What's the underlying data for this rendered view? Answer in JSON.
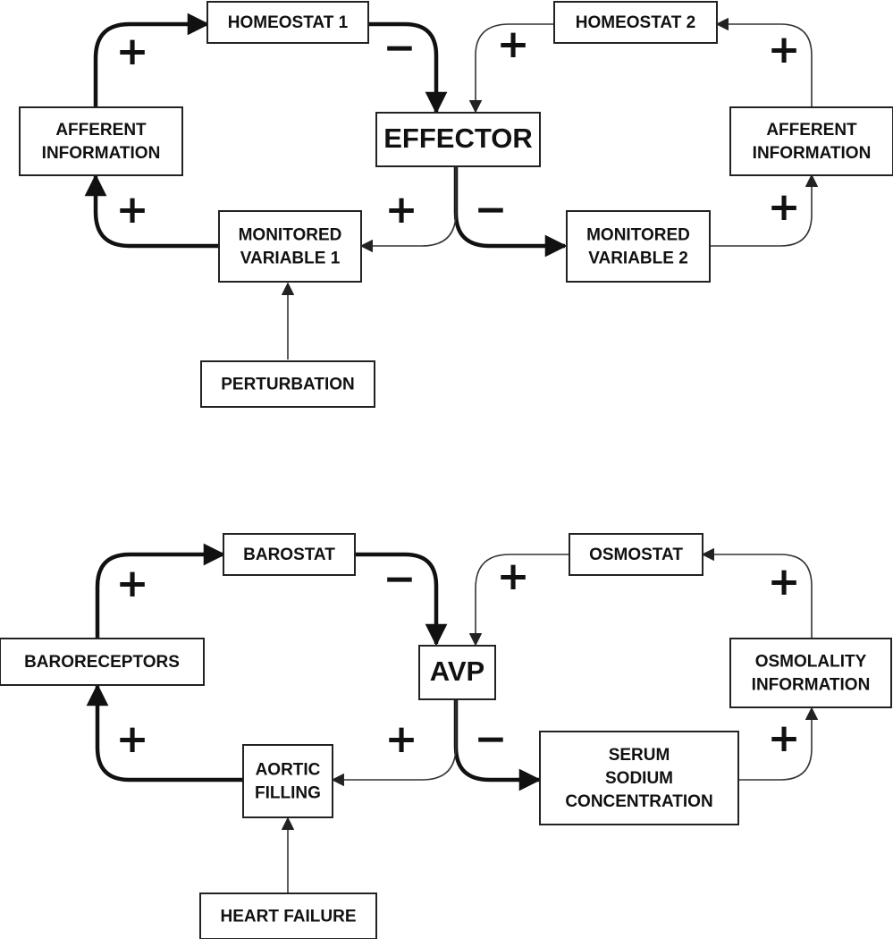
{
  "top": {
    "homeostat_1": [
      "HOMEOSTAT 1"
    ],
    "homeostat_2": [
      "HOMEOSTAT 2"
    ],
    "effector": [
      "EFFECTOR"
    ],
    "afferent_left": [
      "AFFERENT",
      "INFORMATION"
    ],
    "afferent_right": [
      "AFFERENT",
      "INFORMATION"
    ],
    "monitored_1": [
      "MONITORED",
      "VARIABLE 1"
    ],
    "monitored_2": [
      "MONITORED",
      "VARIABLE 2"
    ],
    "perturbation": [
      "PERTURBATION"
    ],
    "signs": {
      "left_upper": "+",
      "homeostat1_to_effector": "−",
      "homeostat2_to_effector": "+",
      "right_upper": "+",
      "left_lower": "+",
      "effector_to_monitored1": "+",
      "effector_to_monitored2": "−",
      "right_lower": "+"
    }
  },
  "bottom": {
    "barostat": [
      "BAROSTAT"
    ],
    "osmostat": [
      "OSMOSTAT"
    ],
    "avp": [
      "AVP"
    ],
    "baroreceptors": [
      "BARORECEPTORS"
    ],
    "osmolality": [
      "OSMOLALITY",
      "INFORMATION"
    ],
    "aortic_filling": [
      "AORTIC",
      "FILLING"
    ],
    "serum_sodium": [
      "SERUM",
      "SODIUM",
      "CONCENTRATION"
    ],
    "heart_failure": [
      "HEART FAILURE"
    ],
    "signs": {
      "left_upper": "+",
      "barostat_to_avp": "−",
      "osmostat_to_avp": "+",
      "right_upper": "+",
      "left_lower": "+",
      "avp_to_aortic": "+",
      "avp_to_sodium": "−",
      "right_lower": "+"
    }
  },
  "colors": {
    "line": "#111111",
    "box_fill": "#ffffff"
  }
}
